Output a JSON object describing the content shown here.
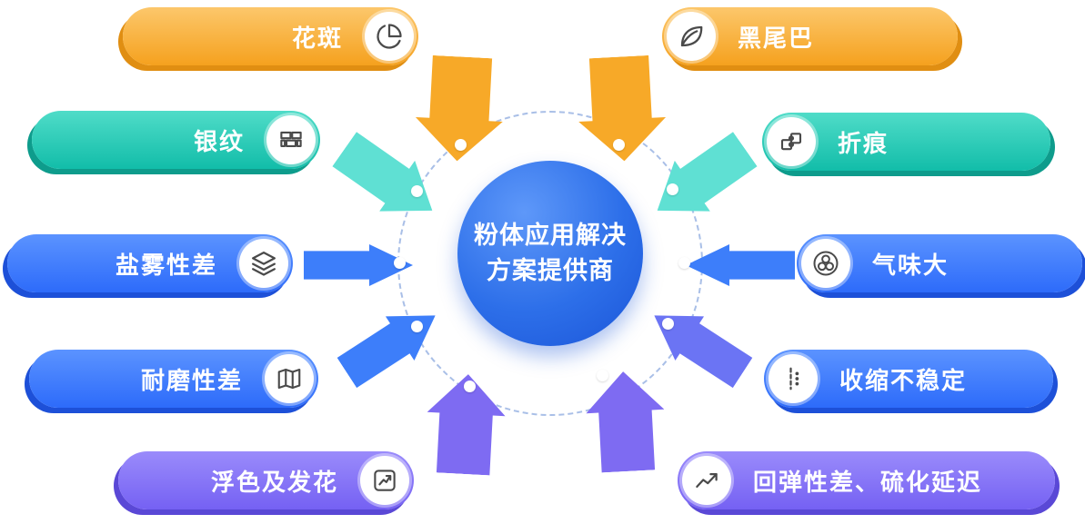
{
  "center": {
    "line1": "粉体应用解决",
    "line2": "方案提供商"
  },
  "pills": [
    {
      "label": "花斑",
      "icon": "pie-chart-icon",
      "theme": "orange",
      "side": "left"
    },
    {
      "label": "黑尾巴",
      "icon": "leaf-icon",
      "theme": "orange",
      "side": "right"
    },
    {
      "label": "银纹",
      "icon": "bricks-icon",
      "theme": "teal",
      "side": "left"
    },
    {
      "label": "折痕",
      "icon": "puzzle-icon",
      "theme": "teal",
      "side": "right"
    },
    {
      "label": "盐雾性差",
      "icon": "layers-icon",
      "theme": "blue",
      "side": "left"
    },
    {
      "label": "气味大",
      "icon": "molecules-icon",
      "theme": "blue",
      "side": "right"
    },
    {
      "label": "耐磨性差",
      "icon": "map-icon",
      "theme": "blue",
      "side": "left"
    },
    {
      "label": "收缩不稳定",
      "icon": "shrink-icon",
      "theme": "blue",
      "side": "right"
    },
    {
      "label": "浮色及发花",
      "icon": "trend-icon",
      "theme": "purple",
      "side": "left"
    },
    {
      "label": "回弹性差、硫化延迟",
      "icon": "chart-icon",
      "theme": "purple",
      "side": "right"
    }
  ],
  "palette": {
    "orange_grad_top": "#FCC76B",
    "orange_grad_bottom": "#F5A11E",
    "orange_shadow": "#E08E12",
    "teal_grad_top": "#4FDCC8",
    "teal_grad_bottom": "#12BDA9",
    "teal_shadow": "#0E9C8C",
    "blue_grad_top": "#5B93FF",
    "blue_grad_bottom": "#2D6BFA",
    "blue_shadow": "#1D50D8",
    "purple_grad_top": "#9A8BFB",
    "purple_grad_bottom": "#7561F3",
    "purple_shadow": "#5A48D6",
    "arrow_orange": "#F7A928",
    "arrow_teal": "#5FE0D3",
    "arrow_blue": "#3D7EFA",
    "arrow_indigo": "#6B74F4",
    "arrow_purple": "#7E6BF2",
    "center_top": "#5E98F9",
    "center_mid": "#2D6FE9",
    "center_bottom": "#1B55D8",
    "ring_dash": "#A9BFE7",
    "icon_stroke": "#4A4A4A"
  }
}
